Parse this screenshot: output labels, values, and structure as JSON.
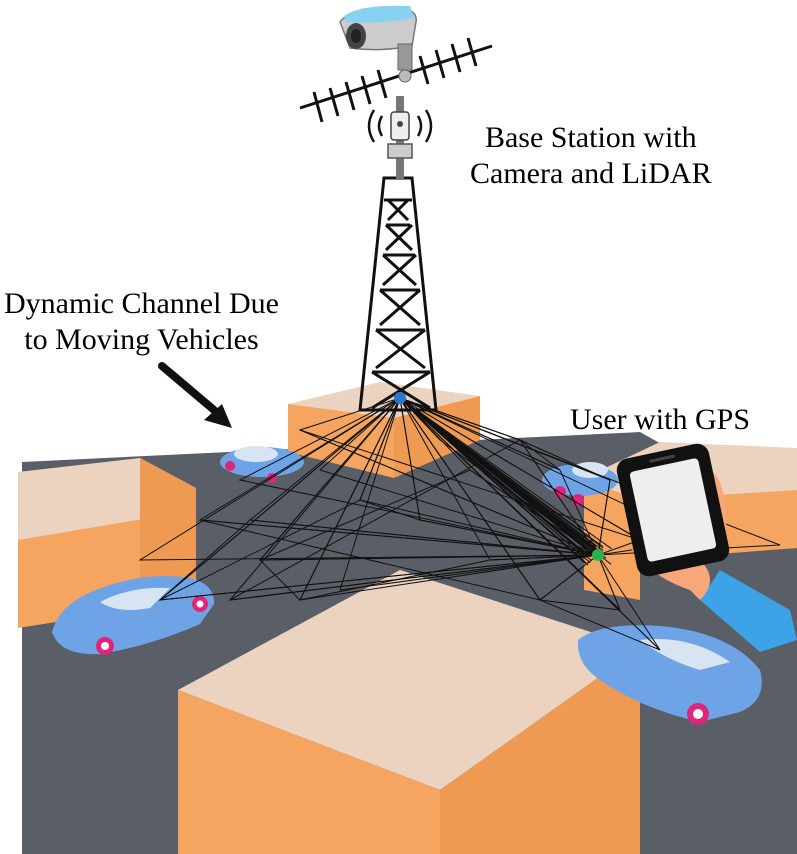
{
  "labels": {
    "base_station": [
      "Base Station with",
      "Camera and LiDAR"
    ],
    "dynamic_channel": [
      "Dynamic Channel Due",
      "to Moving Vehicles"
    ],
    "user": "User with GPS"
  },
  "colors": {
    "ground": "#5a5e66",
    "building_top": "#ecd3c0",
    "building_side": "#f6a560",
    "car_body": "#6ea4e6",
    "wheel_rim": "#e0247c",
    "ray": "#111111",
    "user_marker": "#2bb34a",
    "phone_screen": "#eeeeee",
    "hand_skin": "#f7a77a",
    "sleeve": "#3ea3e6"
  },
  "icons": [
    "surveillance-camera-icon",
    "yagi-antenna-icon",
    "lidar-sensor-icon",
    "tower-icon",
    "smartphone-icon",
    "arrow-icon",
    "car-icon"
  ]
}
